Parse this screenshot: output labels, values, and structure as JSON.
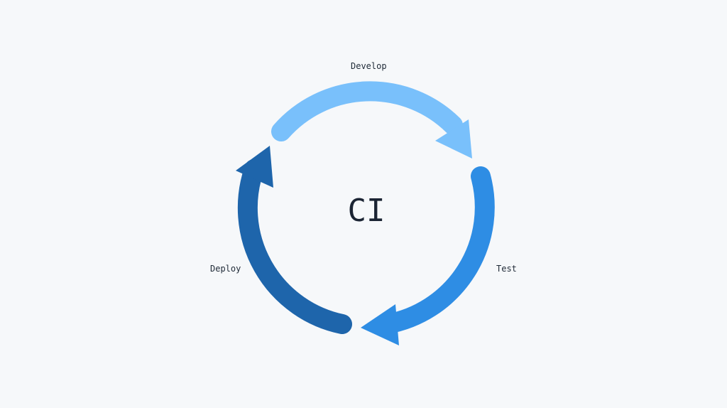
{
  "diagram": {
    "center_label": "CI",
    "stages": [
      {
        "name": "Develop",
        "color": "#79c0fb"
      },
      {
        "name": "Test",
        "color": "#2e8de4"
      },
      {
        "name": "Deploy",
        "color": "#1e65ab"
      }
    ],
    "background": "#f6f8fa",
    "text_color": "#1f2a37"
  }
}
